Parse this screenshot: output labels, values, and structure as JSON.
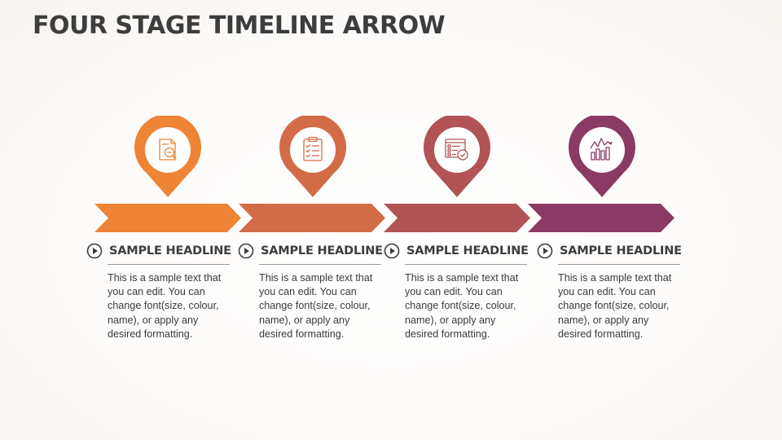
{
  "title": "FOUR STAGE TIMELINE ARROW",
  "colors": {
    "stage1": "#ed8436",
    "stage2": "#d26c47",
    "stage3": "#b25455",
    "stage4": "#8b3a63"
  },
  "stages": [
    {
      "icon": "document-search-icon",
      "headline": "SAMPLE HEADLINE",
      "text": "This is a sample text that you can edit. You can change font(size, colour, name), or apply any desired formatting."
    },
    {
      "icon": "clipboard-checklist-icon",
      "headline": "SAMPLE HEADLINE",
      "text": "This is a sample text that you can edit. You can change font(size, colour, name), or apply any desired formatting."
    },
    {
      "icon": "checklist-approved-icon",
      "headline": "SAMPLE HEADLINE",
      "text": "This is a sample text that you can edit. You can change font(size, colour, name), or apply any desired formatting."
    },
    {
      "icon": "bar-chart-trend-icon",
      "headline": "SAMPLE HEADLINE",
      "text": "This is a sample text that you can edit. You can change font(size, colour, name), or apply any desired formatting."
    }
  ]
}
